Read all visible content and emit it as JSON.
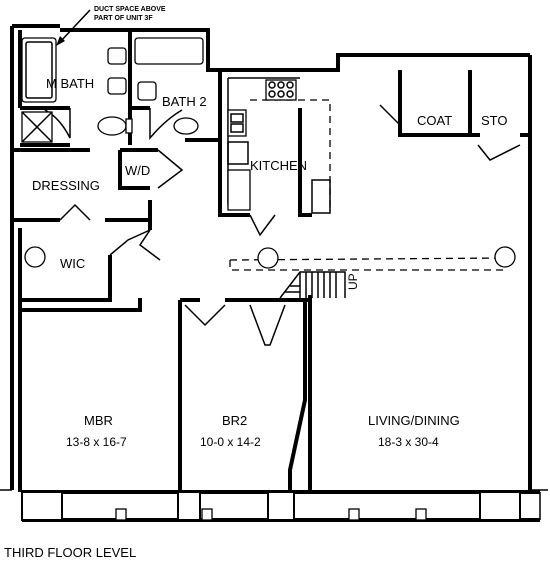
{
  "plan": {
    "level_title": "THIRD FLOOR LEVEL",
    "note": {
      "line1": "DUCT SPACE ABOVE",
      "line2": "PART OF UNIT 3F"
    },
    "rooms": {
      "m_bath": "M BATH",
      "bath2": "BATH 2",
      "kitchen": "KITCHEN",
      "wd": "W/D",
      "dressing": "DRESSING",
      "wic": "WIC",
      "coat": "COAT",
      "sto": "STO",
      "mbr": "MBR",
      "mbr_dim": "13-8 x 16-7",
      "br2": "BR2",
      "br2_dim": "10-0 x 14-2",
      "living": "LIVING/DINING",
      "living_dim": "18-3 x 30-4",
      "stair_up": "UP"
    }
  }
}
